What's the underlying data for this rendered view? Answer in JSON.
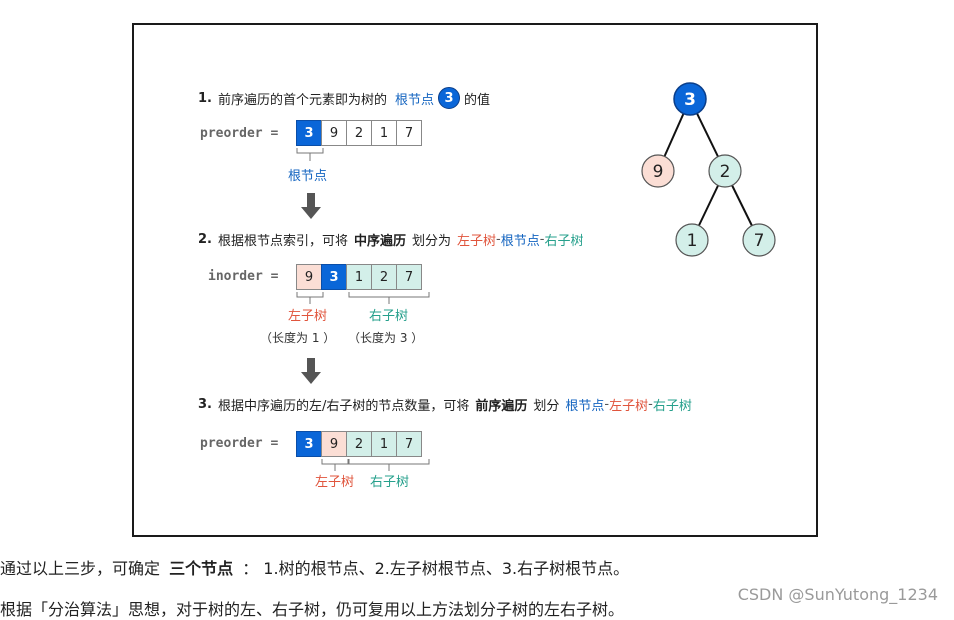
{
  "step1": {
    "num": "1.",
    "text_a": "前序遍历的首个元素即为树的",
    "root_word": "根节点",
    "root_badge": "3",
    "text_b": "的值"
  },
  "array1": {
    "label": "preorder =",
    "cells": [
      "3",
      "9",
      "2",
      "1",
      "7"
    ],
    "root_label": "根节点"
  },
  "step2": {
    "num": "2.",
    "text_a": "根据根节点索引，可将",
    "bold": "中序遍历",
    "text_b": "划分为",
    "left": "左子树",
    "dash1": "-",
    "root": "根节点",
    "dash2": "-",
    "right": "右子树"
  },
  "array2": {
    "label": "inorder =",
    "cells": [
      "9",
      "3",
      "1",
      "2",
      "7"
    ],
    "left_label": "左子树",
    "right_label": "右子树",
    "len_left": "（长度为 1 ）",
    "len_right": "（长度为 3 ）"
  },
  "step3": {
    "num": "3.",
    "text_a": "根据中序遍历的左/右子树的节点数量，可将",
    "bold": "前序遍历",
    "text_b": "划分",
    "root": "根节点",
    "dash1": "-",
    "left": "左子树",
    "dash2": "-",
    "right": "右子树"
  },
  "array3": {
    "label": "preorder =",
    "cells": [
      "3",
      "9",
      "2",
      "1",
      "7"
    ],
    "left_label": "左子树",
    "right_label": "右子树"
  },
  "tree": {
    "root": "3",
    "left": "9",
    "right": "2",
    "right_left": "1",
    "right_right": "7"
  },
  "colors": {
    "root": "#0a66d8",
    "left": "#fbded5",
    "right": "#d3efe9",
    "left_text": "#e0553d",
    "right_text": "#26a08c",
    "root_text": "#1565c0"
  },
  "para1": {
    "a": "通过以上三步，可确定",
    "bold": "三个节点",
    "b": "： 1.树的根节点、2.左子树根节点、3.右子树根节点。"
  },
  "para2": "根据「分治算法」思想，对于树的左、右子树，仍可复用以上方法划分子树的左右子树。",
  "watermark": "CSDN @SunYutong_1234"
}
